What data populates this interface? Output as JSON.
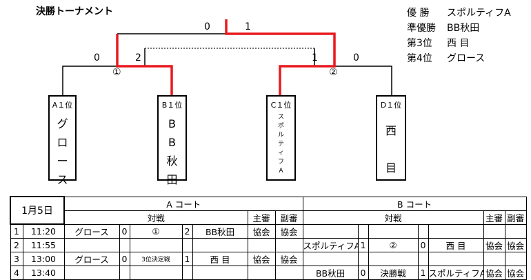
{
  "title": "決勝トーナメント",
  "results": [
    {
      "rank": "優  勝",
      "team": "スポルティフA"
    },
    {
      "rank": "準優勝",
      "team": "BB秋田"
    },
    {
      "rank": "第3位",
      "team": "西  目"
    },
    {
      "rank": "第4位",
      "team": "グロース"
    }
  ],
  "bracket": {
    "final_scores": [
      "0",
      "1"
    ],
    "semi1_scores": [
      "0",
      "2"
    ],
    "semi2_scores": [
      "1",
      "0"
    ],
    "match_labels": [
      "①",
      "②"
    ],
    "colors": {
      "winner_line": "#e8191f",
      "line": "#000000",
      "dotted": "#444444"
    },
    "teams": [
      {
        "seed": "A１位",
        "name": [
          "グ",
          "ロ",
          "ー",
          "ス"
        ]
      },
      {
        "seed": "B１位",
        "name": [
          "B",
          "B",
          "秋",
          "田"
        ]
      },
      {
        "seed": "C１位",
        "name": [
          "ス",
          "ポ",
          "ル",
          "テ",
          "ィ",
          "フ",
          "A"
        ]
      },
      {
        "seed": "D１位",
        "name": [
          "西",
          "",
          "目"
        ]
      }
    ]
  },
  "schedule": {
    "date": "1月5日",
    "court_a": "A  コート",
    "court_b": "B  コート",
    "taisen": "対戦",
    "shushin": "主審",
    "fukushin": "副審",
    "rows": [
      {
        "no": "1",
        "time": "11:20",
        "a": {
          "t1": "グロース",
          "s1": "0",
          "mid": "①",
          "s2": "2",
          "t2": "BB秋田",
          "ref1": "協会",
          "ref2": "協会"
        },
        "b": {
          "t1": "",
          "s1": "",
          "mid": "",
          "s2": "",
          "t2": "",
          "ref1": "",
          "ref2": ""
        }
      },
      {
        "no": "2",
        "time": "11:55",
        "a": {
          "t1": "",
          "s1": "",
          "mid": "",
          "s2": "",
          "t2": "",
          "ref1": "",
          "ref2": ""
        },
        "b": {
          "t1": "スポルティフA",
          "s1": "1",
          "mid": "②",
          "s2": "0",
          "t2": "西  目",
          "ref1": "協会",
          "ref2": "協会"
        }
      },
      {
        "no": "3",
        "time": "13:00",
        "a": {
          "t1": "グロース",
          "s1": "0",
          "mid": "3位決定戦",
          "s2": "1",
          "t2": "西  目",
          "ref1": "協会",
          "ref2": "協会"
        },
        "b": {
          "t1": "",
          "s1": "",
          "mid": "",
          "s2": "",
          "t2": "",
          "ref1": "",
          "ref2": ""
        }
      },
      {
        "no": "4",
        "time": "13:40",
        "a": {
          "t1": "",
          "s1": "",
          "mid": "",
          "s2": "",
          "t2": "",
          "ref1": "",
          "ref2": ""
        },
        "b": {
          "t1": "BB秋田",
          "s1": "0",
          "mid": "決勝戦",
          "s2": "1",
          "t2": "スポルティフA",
          "ref1": "協会",
          "ref2": "協会"
        }
      }
    ]
  }
}
